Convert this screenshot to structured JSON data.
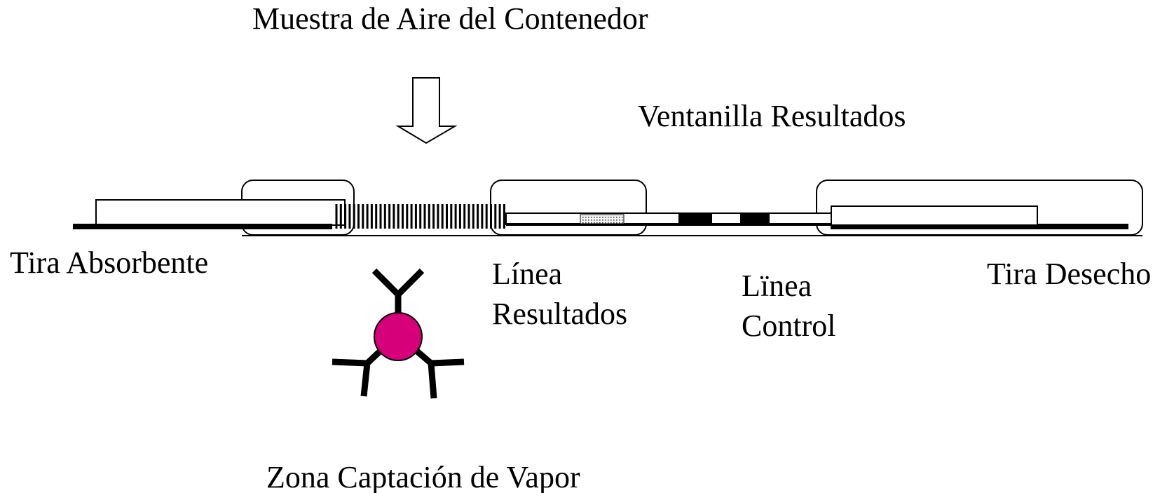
{
  "labels": {
    "air_sample": "Muestra de Aire del Contenedor",
    "results_window": "Ventanilla Resultados",
    "absorbent_strip": "Tira Absorbente",
    "results_line_1": "Línea",
    "results_line_2": "Resultados",
    "control_line_1": "Lïnea",
    "control_line_2": "Control",
    "waste_strip": "Tira Desecho",
    "vapor_zone": "Zona Captación de Vapor"
  },
  "colors": {
    "ink": "#000000",
    "antibody_bead": "#d6007a",
    "background": "#ffffff"
  },
  "icons": {
    "flow_arrow": "down-arrow-outline",
    "antibody_conjugate": "y-antibody-with-bead"
  }
}
